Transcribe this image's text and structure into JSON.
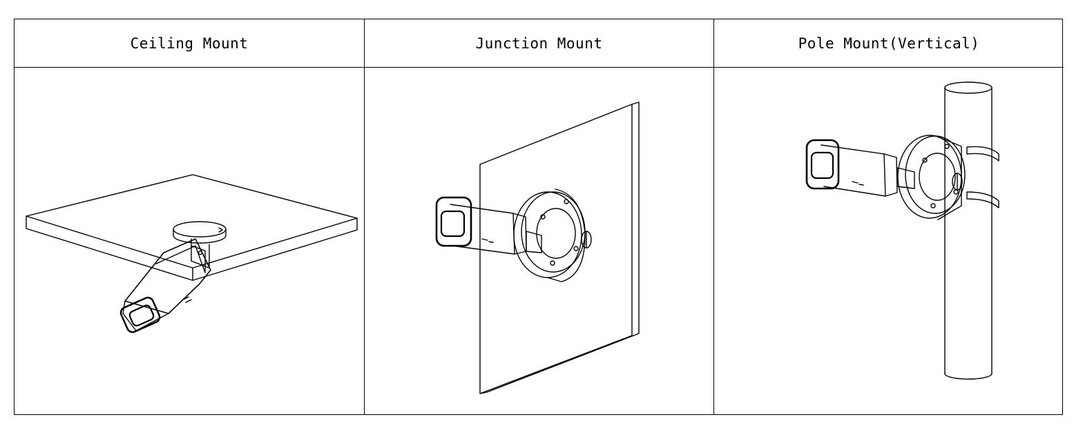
{
  "columns": [
    {
      "id": "ceiling",
      "label": "Ceiling Mount"
    },
    {
      "id": "junction",
      "label": "Junction Mount"
    },
    {
      "id": "pole",
      "label": "Pole Mount(Vertical)"
    }
  ]
}
